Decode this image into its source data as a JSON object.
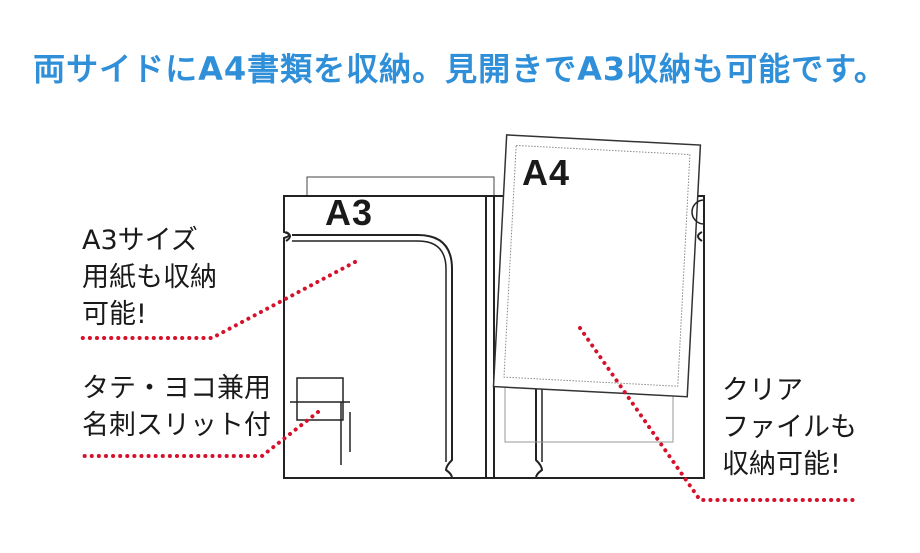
{
  "headline": "両サイドにA4書類を収納。見開きでA3収納も可能です。",
  "labels": {
    "a3_tag": "A3",
    "a4_tag": "A4"
  },
  "callouts": {
    "a3_paper": [
      "A3サイズ",
      "用紙も収納",
      "可能!"
    ],
    "card_slit": [
      "タテ・ヨコ兼用",
      "名刺スリット付"
    ],
    "clear_file": [
      "クリア",
      "ファイルも",
      "収納可能!"
    ]
  },
  "colors": {
    "headline": "#2f8fd8",
    "leader_dots": "#d6112b",
    "outline": "#222222"
  }
}
